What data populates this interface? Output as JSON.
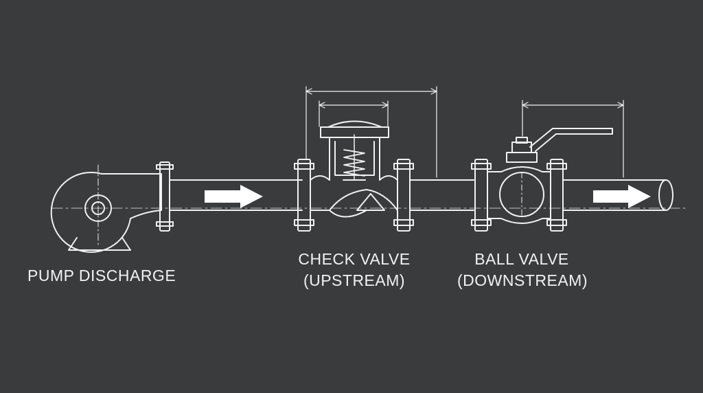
{
  "labels": {
    "pump": "PUMP DISCHARGE",
    "check_valve": "CHECK VALVE",
    "check_valve_position": "(UPSTREAM)",
    "ball_valve": "BALL VALVE",
    "ball_valve_position": "(DOWNSTREAM)"
  },
  "colors": {
    "background": "#3a3b3c",
    "line": "#f2f2f2",
    "flow_arrow": "#ffffff"
  },
  "icons": {
    "pump": "centrifugal-pump-icon",
    "check_valve": "spring-check-valve-icon",
    "ball_valve": "ball-valve-icon",
    "flow": "flow-direction-arrow-icon"
  }
}
